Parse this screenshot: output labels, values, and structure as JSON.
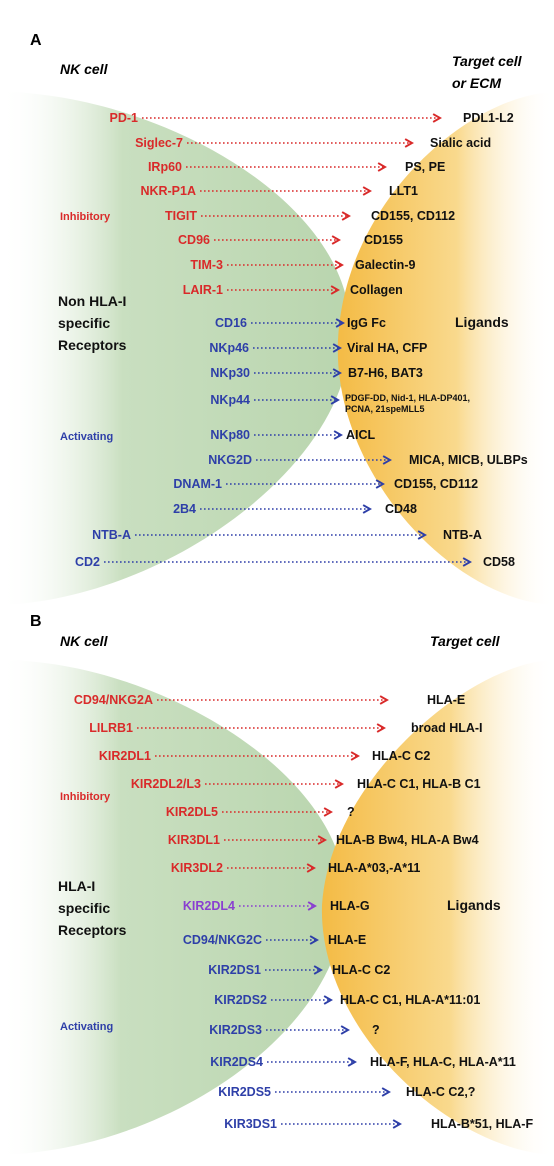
{
  "panels": [
    {
      "letter": "A",
      "left_header": "NK cell",
      "right_header": [
        "Target cell",
        "or ECM"
      ],
      "group_label": [
        "Non HLA-I",
        "specific",
        "Receptors"
      ],
      "right_group_label": "Ligands",
      "inhibitory_label": "Inhibitory",
      "activating_label": "Activating",
      "rows": [
        {
          "receptor": "PD-1",
          "ligand": [
            "PDL1-L2"
          ],
          "type": "inhibitory"
        },
        {
          "receptor": "Siglec-7",
          "ligand": [
            "Sialic acid"
          ],
          "type": "inhibitory"
        },
        {
          "receptor": "IRp60",
          "ligand": [
            "PS, PE"
          ],
          "type": "inhibitory"
        },
        {
          "receptor": "NKR-P1A",
          "ligand": [
            "LLT1"
          ],
          "type": "inhibitory"
        },
        {
          "receptor": "TIGIT",
          "ligand": [
            "CD155, CD112"
          ],
          "type": "inhibitory"
        },
        {
          "receptor": "CD96",
          "ligand": [
            "CD155"
          ],
          "type": "inhibitory"
        },
        {
          "receptor": "TIM-3",
          "ligand": [
            "Galectin-9"
          ],
          "type": "inhibitory"
        },
        {
          "receptor": "LAIR-1",
          "ligand": [
            "Collagen"
          ],
          "type": "inhibitory"
        },
        {
          "receptor": "CD16",
          "ligand": [
            "IgG Fc"
          ],
          "type": "activating"
        },
        {
          "receptor": "NKp46",
          "ligand": [
            "Viral HA, CFP"
          ],
          "type": "activating"
        },
        {
          "receptor": "NKp30",
          "ligand": [
            "B7-H6, BAT3"
          ],
          "type": "activating"
        },
        {
          "receptor": "NKp44",
          "ligand": [
            "PDGF-DD, Nid-1, HLA-DP401,",
            "PCNA, 21speMLL5"
          ],
          "type": "activating"
        },
        {
          "receptor": "NKp80",
          "ligand": [
            "AICL"
          ],
          "type": "activating"
        },
        {
          "receptor": "NKG2D",
          "ligand": [
            "MICA, MICB, ULBPs"
          ],
          "type": "activating"
        },
        {
          "receptor": "DNAM-1",
          "ligand": [
            "CD155, CD112"
          ],
          "type": "activating"
        },
        {
          "receptor": "2B4",
          "ligand": [
            "CD48"
          ],
          "type": "activating"
        },
        {
          "receptor": "NTB-A",
          "ligand": [
            "NTB-A"
          ],
          "type": "activating"
        },
        {
          "receptor": "CD2",
          "ligand": [
            "CD58"
          ],
          "type": "activating"
        }
      ]
    },
    {
      "letter": "B",
      "left_header": "NK cell",
      "right_header": [
        "Target cell"
      ],
      "group_label": [
        "HLA-I",
        "specific",
        "Receptors"
      ],
      "right_group_label": "Ligands",
      "inhibitory_label": "Inhibitory",
      "activating_label": "Activating",
      "rows": [
        {
          "receptor": "CD94/NKG2A",
          "ligand": [
            "HLA-E"
          ],
          "type": "inhibitory"
        },
        {
          "receptor": "LILRB1",
          "ligand": [
            "broad HLA-I"
          ],
          "type": "inhibitory"
        },
        {
          "receptor": "KIR2DL1",
          "ligand": [
            "HLA-C C2"
          ],
          "type": "inhibitory"
        },
        {
          "receptor": "KIR2DL2/L3",
          "ligand": [
            "HLA-C C1, HLA-B C1"
          ],
          "type": "inhibitory"
        },
        {
          "receptor": "KIR2DL5",
          "ligand": [
            "?"
          ],
          "type": "inhibitory"
        },
        {
          "receptor": "KIR3DL1",
          "ligand": [
            "HLA-B Bw4, HLA-A Bw4"
          ],
          "type": "inhibitory"
        },
        {
          "receptor": "KIR3DL2",
          "ligand": [
            "HLA-A*03,-A*11"
          ],
          "type": "inhibitory"
        },
        {
          "receptor": "KIR2DL4",
          "ligand": [
            "HLA-G"
          ],
          "type": "mixed"
        },
        {
          "receptor": "CD94/NKG2C",
          "ligand": [
            "HLA-E"
          ],
          "type": "activating"
        },
        {
          "receptor": "KIR2DS1",
          "ligand": [
            "HLA-C C2"
          ],
          "type": "activating"
        },
        {
          "receptor": "KIR2DS2",
          "ligand": [
            "HLA-C C1, HLA-A*11:01"
          ],
          "type": "activating"
        },
        {
          "receptor": "KIR2DS3",
          "ligand": [
            "?"
          ],
          "type": "activating"
        },
        {
          "receptor": "KIR2DS4",
          "ligand": [
            "HLA-F, HLA-C, HLA-A*11"
          ],
          "type": "activating"
        },
        {
          "receptor": "KIR2DS5",
          "ligand": [
            "HLA-C C2,?"
          ],
          "type": "activating"
        },
        {
          "receptor": "KIR3DS1",
          "ligand": [
            "HLA-B*51, HLA-F"
          ],
          "type": "activating"
        }
      ]
    }
  ],
  "colors": {
    "inhibitory": "#d92a2a",
    "activating": "#2e3fa8",
    "mixed": "#8a3fd0",
    "nk_cell": "#c9dfc0",
    "target_cell": "#f6c65a",
    "text": "#111111"
  }
}
